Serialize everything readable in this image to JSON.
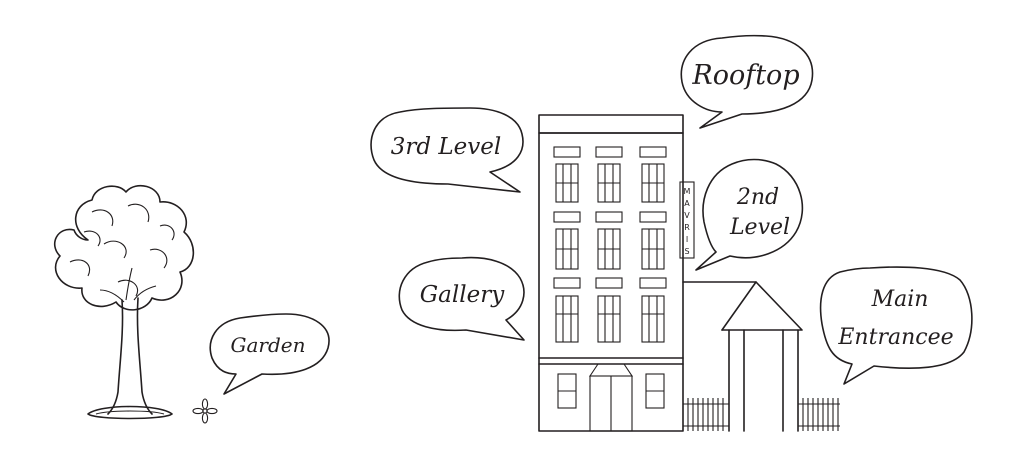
{
  "labels": {
    "rooftop": "Rooftop",
    "third_level": "3rd Level",
    "second_level_line1": "2nd",
    "second_level_line2": "Level",
    "gallery": "Gallery",
    "main_entrance_line1": "Main",
    "main_entrance_line2": "Entrancee",
    "garden": "Garden"
  },
  "building_sign": [
    "M",
    "A",
    "V",
    "R",
    "I",
    "S"
  ],
  "colors": {
    "ink": "#231f20",
    "background": "#ffffff"
  }
}
